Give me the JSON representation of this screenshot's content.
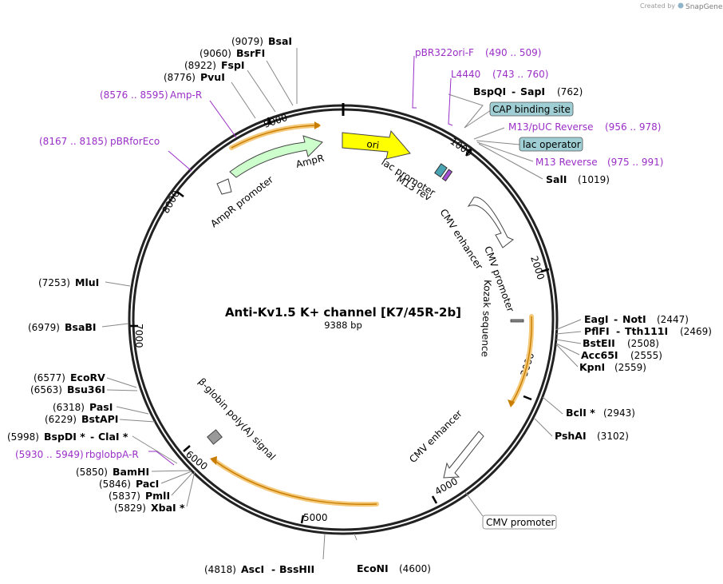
{
  "header": {
    "credit_prefix": "Created by",
    "credit_brand": "SnapGene"
  },
  "plasmid": {
    "name": "Anti-Kv1.5 K+ channel [K7/45R-2b]",
    "size": "9388 bp"
  },
  "ticks": [
    "1000",
    "2000",
    "3000",
    "4000",
    "5000",
    "6000",
    "7000",
    "8000",
    "9000"
  ],
  "features": {
    "ori": "ori",
    "lac_promoter": "lac promoter",
    "m13_rev": "M13 rev",
    "cmv_enhancer_1": "CMV enhancer",
    "cmv_promoter_1": "CMV promoter",
    "kozak": "Kozak sequence",
    "cmv_enhancer_2": "CMV enhancer",
    "bglobin": "β-globin poly(A) signal",
    "ampr": "AmpR",
    "ampr_promoter": "AmpR promoter"
  },
  "boxed_labels": {
    "cap": "CAP binding site",
    "lac_operator": "lac operator",
    "cmv_promoter": "CMV promoter"
  },
  "sites": {
    "bsai": {
      "pos": "(9079)",
      "name": "BsaI"
    },
    "bsrfi": {
      "pos": "(9060)",
      "name": "BsrFI"
    },
    "fspi": {
      "pos": "(8922)",
      "name": "FspI"
    },
    "pvui": {
      "pos": "(8776)",
      "name": "PvuI"
    },
    "bspqi": {
      "name": "BspQI",
      "sep": "-",
      "name2": "SapI",
      "pos": "(762)"
    },
    "sali": {
      "name": "SalI",
      "pos": "(1019)"
    },
    "eagi": {
      "name": "EagI",
      "sep": "-",
      "name2": "NotI",
      "pos": "(2447)"
    },
    "pflfi": {
      "name": "PflFI",
      "sep": "-",
      "name2": "Tth111I",
      "pos": "(2469)"
    },
    "bsteii": {
      "name": "BstEII",
      "pos": "(2508)"
    },
    "acc65i": {
      "name": "Acc65I",
      "pos": "(2555)"
    },
    "kpni": {
      "name": "KpnI",
      "pos": "(2559)"
    },
    "bcli": {
      "name": "BclI *",
      "pos": "(2943)"
    },
    "pshai": {
      "name": "PshAI",
      "pos": "(3102)"
    },
    "econi": {
      "name": "EcoNI",
      "pos": "(4600)"
    },
    "asci": {
      "pos": "(4818)",
      "name": "AscI",
      "sep": "-",
      "name2": "BssHII"
    },
    "xbai": {
      "pos": "(5829)",
      "name": "XbaI *"
    },
    "pmli": {
      "pos": "(5837)",
      "name": "PmlI"
    },
    "paci": {
      "pos": "(5846)",
      "name": "PacI"
    },
    "bamhi": {
      "pos": "(5850)",
      "name": "BamHI"
    },
    "bspdi": {
      "pos": "(5998)",
      "name": "BspDI *",
      "sep": "-",
      "name2": "ClaI *"
    },
    "bstapi": {
      "pos": "(6229)",
      "name": "BstAPI"
    },
    "pasi": {
      "pos": "(6318)",
      "name": "PasI"
    },
    "bsu36i": {
      "pos": "(6563)",
      "name": "Bsu36I"
    },
    "ecorv": {
      "pos": "(6577)",
      "name": "EcoRV"
    },
    "bsabi": {
      "pos": "(6979)",
      "name": "BsaBI"
    },
    "mlui": {
      "pos": "(7253)",
      "name": "MluI"
    }
  },
  "primers": {
    "pbr322": {
      "name": "pBR322ori-F",
      "range": "(490 .. 509)"
    },
    "l4440": {
      "name": "L4440",
      "range": "(743 .. 760)"
    },
    "m13puc": {
      "name": "M13/pUC Reverse",
      "range": "(956 .. 978)"
    },
    "m13rev": {
      "name": "M13 Reverse",
      "range": "(975 .. 991)"
    },
    "ampr": {
      "range": "(8576 .. 8595)",
      "name": "Amp-R"
    },
    "pbrforeco": {
      "range": "(8167 .. 8185)",
      "name": "pBRforEco"
    },
    "rbglob": {
      "range": "(5930 .. 5949)",
      "name": "rbglobpA-R"
    }
  },
  "colors": {
    "ori": "#ffff00",
    "ampr": "#ccffcc",
    "primer": "#9a2fc7",
    "box_teal": "#9fcfd4",
    "highlight": "#f5c97a"
  }
}
